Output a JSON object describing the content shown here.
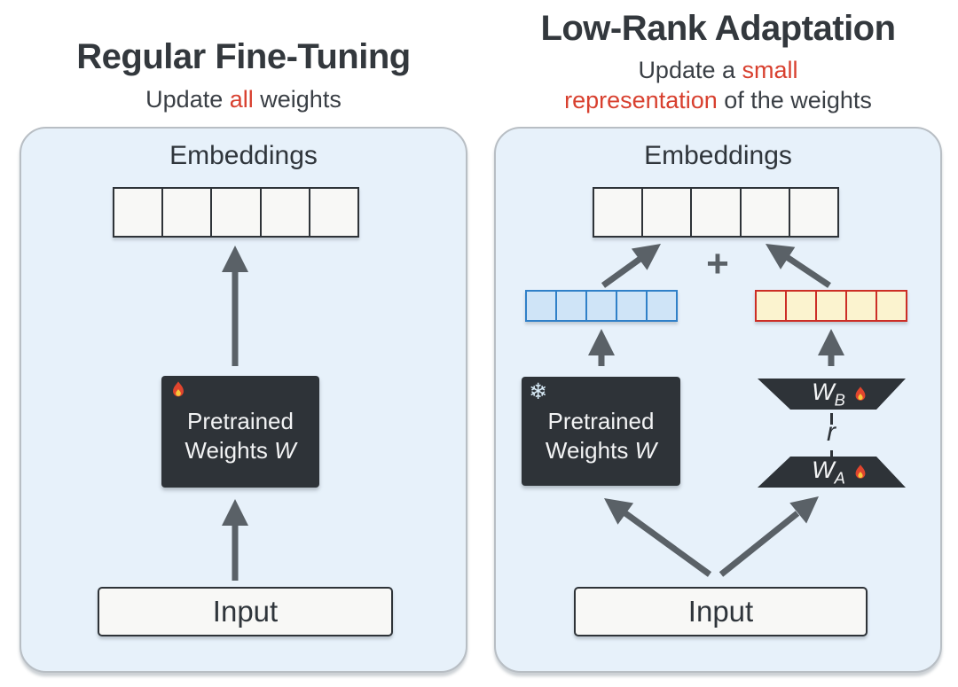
{
  "figure": {
    "left": {
      "title": "Regular Fine-Tuning",
      "subtitle": {
        "pre": "Update ",
        "highlight": "all",
        "post": " weights"
      },
      "panel": {
        "embeddings_label": "Embeddings",
        "embedding_cell_count": 5,
        "pretrained_box": {
          "icon": "flame-icon",
          "label": "Pretrained Weights",
          "matrix_symbol": "W"
        },
        "input_label": "Input"
      }
    },
    "right": {
      "title": "Low-Rank Adaptation",
      "subtitle": {
        "line1_pre": "Update a ",
        "line1_highlight": "small",
        "line2_highlight": "representation",
        "line2_post": " of the weights"
      },
      "panel": {
        "embeddings_label": "Embeddings",
        "embedding_cell_count": 5,
        "plus_sign": "+",
        "pretrained_output_cell_count": 5,
        "lora_output_cell_count": 5,
        "pretrained_box": {
          "icon": "snowflake-icon",
          "glyph": "❄",
          "label": "Pretrained Weights",
          "matrix_symbol": "W"
        },
        "lora_b_matrix": {
          "symbol": "W",
          "subscript": "B",
          "icon": "flame-icon"
        },
        "rank_label": "r",
        "lora_a_matrix": {
          "symbol": "W",
          "subscript": "A",
          "icon": "flame-icon"
        },
        "input_label": "Input"
      }
    },
    "colors": {
      "highlight_red": "#d8402f",
      "text_dark": "#33383d",
      "panel_bg": "#e7f1fa",
      "panel_border": "#b8bec4",
      "box_dark": "#2e3338",
      "arrow_gray": "#5a6167",
      "cell_offwhite": "#f8f8f6",
      "lora_blue_border": "#3080c8",
      "lora_blue_fill": "#cfe4f7",
      "lora_yellow_border": "#cc2e26",
      "lora_yellow_fill": "#fbf3cf"
    }
  }
}
